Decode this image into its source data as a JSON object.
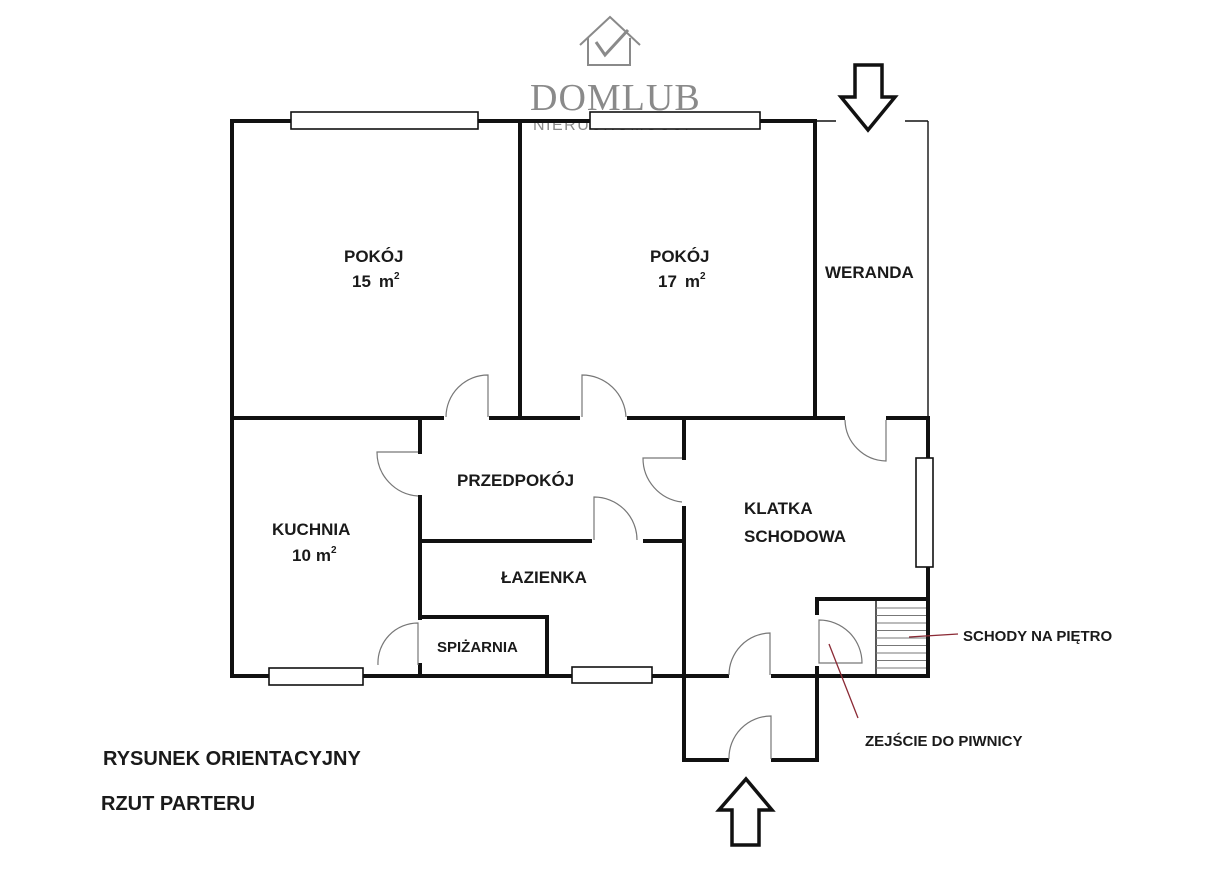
{
  "logo": {
    "brand": "DOMLUB",
    "subtitle": "NIERUCHOMOŚCI",
    "icon": "house-check-icon",
    "color": "#8a8a8a"
  },
  "rooms": {
    "pokoj1": {
      "name": "POKÓJ",
      "area": "15",
      "unit": "m",
      "sup": "2"
    },
    "pokoj2": {
      "name": "POKÓJ",
      "area": "17",
      "unit": "m",
      "sup": "2"
    },
    "weranda": {
      "name": "WERANDA"
    },
    "kuchnia": {
      "name": "KUCHNIA",
      "area": "10",
      "unit": "m",
      "sup": "2"
    },
    "przedpokoj": {
      "name": "PRZEDPOKÓJ"
    },
    "lazienka": {
      "name": "ŁAZIENKA"
    },
    "spizarnia": {
      "name": "SPIŻARNIA"
    },
    "klatka": {
      "name_line1": "KLATKA",
      "name_line2": "SCHODOWA"
    }
  },
  "annotations": {
    "stairs_up": "SCHODY NA PIĘTRO",
    "basement": "ZEJŚCIE DO PIWNICY",
    "leader_color": "#8b2a35"
  },
  "caption": {
    "line1": "RYSUNEK ORIENTACYJNY",
    "line2": "RZUT PARTERU"
  },
  "entrances": [
    {
      "name": "entrance-arrow-top",
      "direction": "down"
    },
    {
      "name": "entrance-arrow-bottom",
      "direction": "up"
    }
  ]
}
